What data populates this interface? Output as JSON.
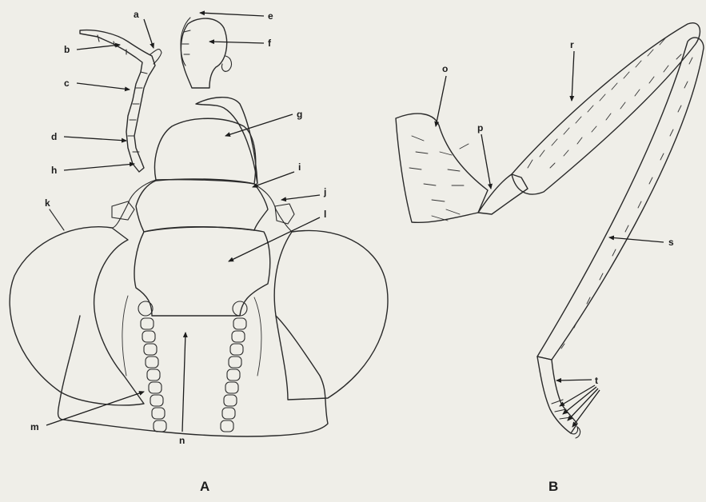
{
  "figure": {
    "panels": [
      {
        "id": "A",
        "label": "A"
      },
      {
        "id": "B",
        "label": "B"
      }
    ],
    "labels": {
      "a": "a",
      "b": "b",
      "c": "c",
      "d": "d",
      "e": "e",
      "f": "f",
      "g": "g",
      "h": "h",
      "i": "i",
      "j": "j",
      "k": "k",
      "l": "l",
      "m": "m",
      "n": "n",
      "o": "o",
      "p": "p",
      "r": "r",
      "s": "s",
      "t": "t"
    }
  }
}
